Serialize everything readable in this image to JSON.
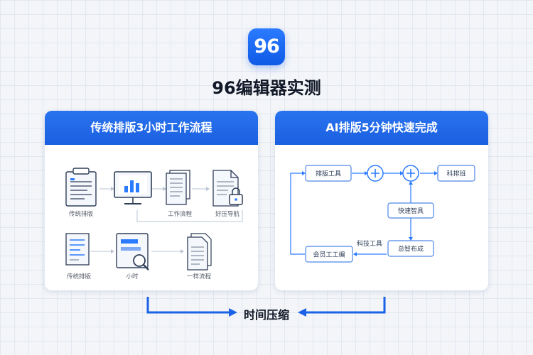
{
  "logo": {
    "text": "96"
  },
  "title": "96编辑器实测",
  "left_panel": {
    "header": "传统排版3小时工作流程",
    "labels": [
      "传统排版",
      "工作流程",
      "好压导航",
      "传统排版",
      "小时",
      "一样流程"
    ]
  },
  "right_panel": {
    "header": "AI排版5分钟快速完成",
    "nodes": {
      "n1": "排版工具",
      "n2": "科排班",
      "n3": "快速智具",
      "n4": "总智布成",
      "n5": "会员工工编",
      "edge_label": "科技工具"
    }
  },
  "footer": {
    "label": "时间压缩"
  },
  "colors": {
    "accent": "#1a63e6",
    "accent_light": "#2b7bff"
  }
}
